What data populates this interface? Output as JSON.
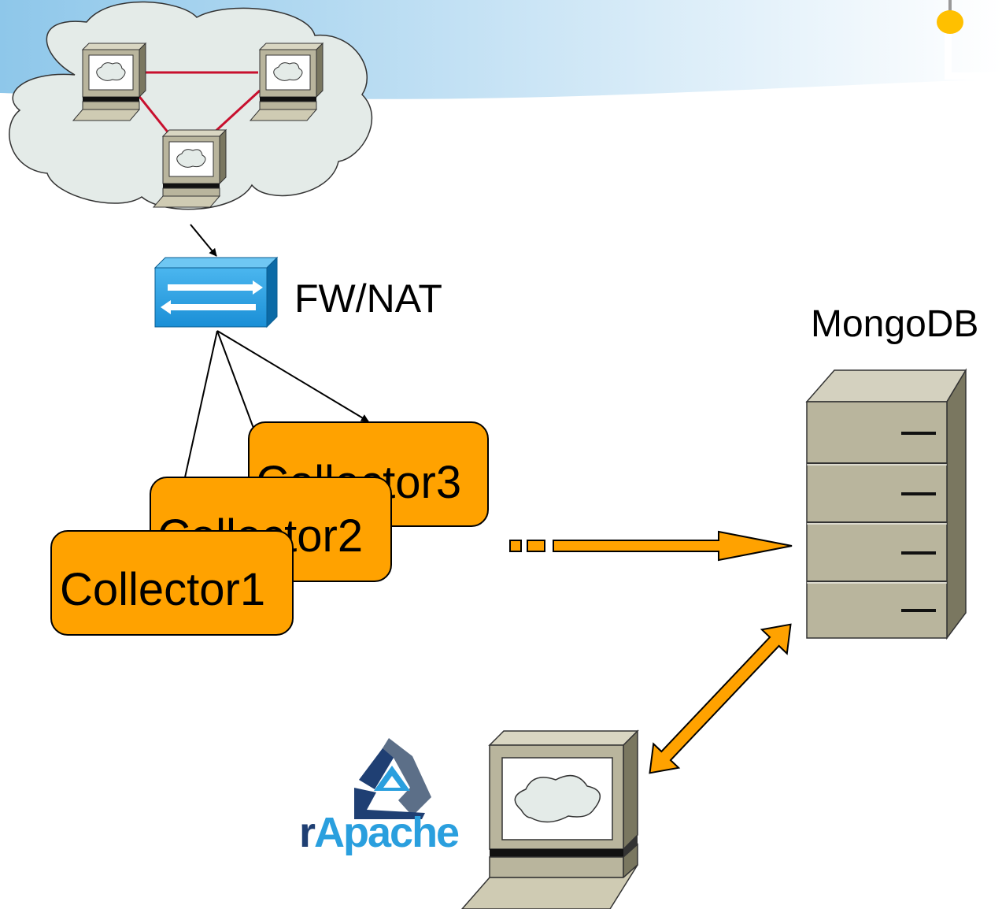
{
  "nodes": {
    "firewall_label": "FW/NAT",
    "database_label": "MongoDB",
    "collectors": [
      "Collector1",
      "Collector2",
      "Collector3"
    ],
    "logo_text": "rApache"
  },
  "colors": {
    "collector_fill": "#ffa200",
    "arrow_fill": "#ffa200",
    "firewall_blue": "#1a8fd6",
    "network_link": "#c8102e",
    "cloud_fill": "#e4ebe8",
    "server_fill": "#b9b59d",
    "logo_dark": "#1f3f73",
    "logo_light": "#2a9fde"
  },
  "icons": [
    "network-cloud-icon",
    "workstation-icon",
    "firewall-switch-icon",
    "database-server-icon",
    "rapache-logo-icon",
    "client-workstation-icon"
  ]
}
